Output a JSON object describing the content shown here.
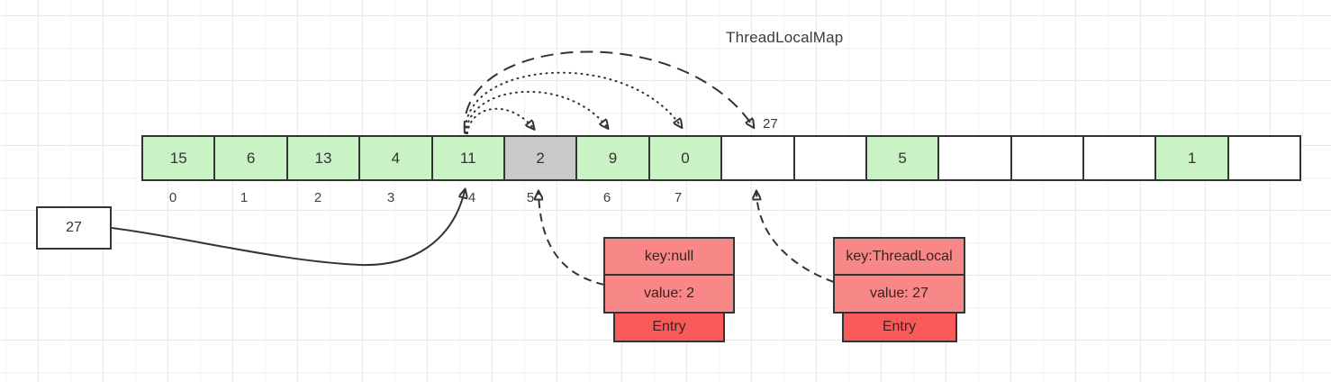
{
  "title": "ThreadLocalMap",
  "array": {
    "cells": [
      {
        "value": "15",
        "state": "filled"
      },
      {
        "value": "6",
        "state": "filled"
      },
      {
        "value": "13",
        "state": "filled"
      },
      {
        "value": "4",
        "state": "filled"
      },
      {
        "value": "11",
        "state": "filled"
      },
      {
        "value": "2",
        "state": "stale"
      },
      {
        "value": "9",
        "state": "filled"
      },
      {
        "value": "0",
        "state": "filled"
      },
      {
        "value": "",
        "state": "empty"
      },
      {
        "value": "",
        "state": "empty"
      },
      {
        "value": "5",
        "state": "filled"
      },
      {
        "value": "",
        "state": "empty"
      },
      {
        "value": "",
        "state": "empty"
      },
      {
        "value": "",
        "state": "empty"
      },
      {
        "value": "1",
        "state": "filled"
      },
      {
        "value": "",
        "state": "empty"
      }
    ],
    "index_labels": [
      "0",
      "1",
      "2",
      "3",
      "4",
      "5",
      "6",
      "7"
    ]
  },
  "bucket_label": "27",
  "new_value_box": {
    "label": "27"
  },
  "entries": [
    {
      "key": "key:null",
      "value": "value: 2",
      "footer": "Entry"
    },
    {
      "key": "key:ThreadLocal",
      "value": "value: 27",
      "footer": "Entry"
    }
  ],
  "colors": {
    "cell_filled": "#c9f3c5",
    "cell_stale": "#c9c9c9",
    "entry_row": "#f88787",
    "entry_footer": "#fa5a5a",
    "stroke": "#333333"
  }
}
